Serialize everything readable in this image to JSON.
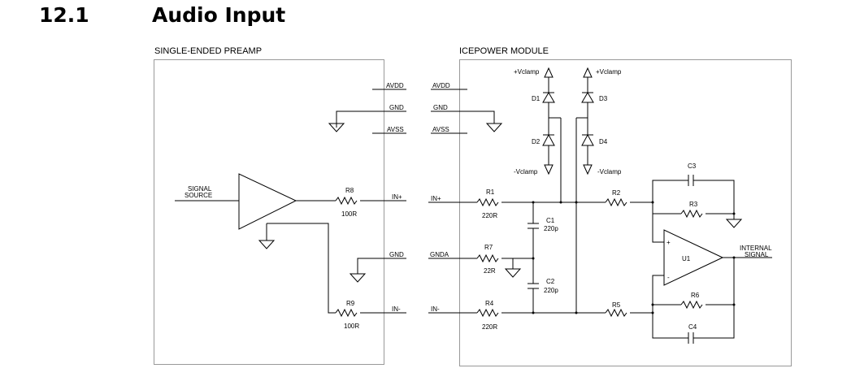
{
  "section": {
    "number": "12.1",
    "title": "Audio Input"
  },
  "left_box": {
    "title": "SINGLE-ENDED PREAMP",
    "signal_source": [
      "SIGNAL",
      "SOURCE"
    ],
    "r8": {
      "name": "R8",
      "value": "100R"
    },
    "r9": {
      "name": "R9",
      "value": "100R"
    },
    "pins": {
      "avdd": "AVDD",
      "gnd": "GND",
      "avss": "AVSS",
      "in_plus": "IN+",
      "gnd2": "GND",
      "in_minus": "IN-"
    }
  },
  "right_box": {
    "title": "ICEPOWER MODULE",
    "pins": {
      "avdd": "AVDD",
      "gnd": "GND",
      "avss": "AVSS",
      "in_plus": "IN+",
      "gnda": "GNDA",
      "in_minus": "IN-"
    },
    "vclamp_pos": "+Vclamp",
    "vclamp_neg": "-Vclamp",
    "d1": "D1",
    "d2": "D2",
    "d3": "D3",
    "d4": "D4",
    "r1": {
      "name": "R1",
      "value": "220R"
    },
    "r7": {
      "name": "R7",
      "value": "22R"
    },
    "r4": {
      "name": "R4",
      "value": "220R"
    },
    "c1": {
      "name": "C1",
      "value": "220p"
    },
    "c2": {
      "name": "C2",
      "value": "220p"
    },
    "r2": "R2",
    "r3": "R3",
    "r5": "R5",
    "r6": "R6",
    "c3": "C3",
    "c4": "C4",
    "u1": "U1",
    "plus": "+",
    "minus": "-",
    "internal_signal": [
      "INTERNAL",
      "SIGNAL"
    ]
  }
}
